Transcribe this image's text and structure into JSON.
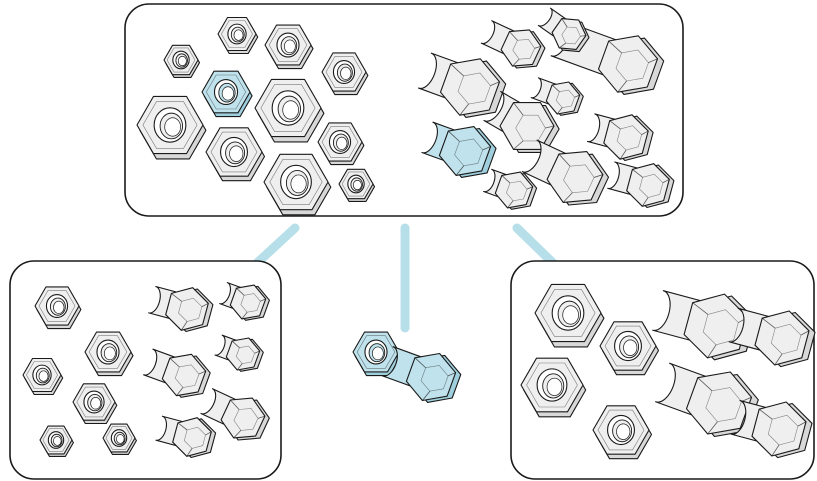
{
  "colors": {
    "background": "#ffffff",
    "outline": "#1a1a1a",
    "part_fill": "#efefef",
    "part_fill_dark": "#d8d8d8",
    "highlight_fill": "#bfe2ec",
    "highlight_fill_dark": "#9fcfdd",
    "connector": "#b7dfe9"
  },
  "diagram": {
    "panels": [
      {
        "name": "all-parts",
        "contents": [
          "hex-nut",
          "hex-bolt"
        ],
        "highlighted": [
          "hex-nut",
          "hex-bolt"
        ]
      },
      {
        "name": "small-parts",
        "contents": [
          "hex-nut",
          "hex-bolt"
        ],
        "highlighted": []
      },
      {
        "name": "large-parts",
        "contents": [
          "hex-nut",
          "hex-bolt"
        ],
        "highlighted": []
      }
    ],
    "center_item": "nut-and-bolt-pair",
    "icons": [
      "hex-nut-icon",
      "hex-bolt-icon"
    ]
  }
}
